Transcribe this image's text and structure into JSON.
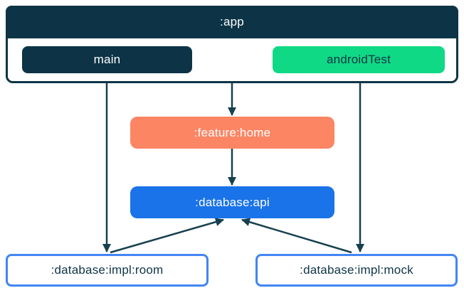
{
  "diagram": {
    "type": "module-dependency-graph",
    "colors": {
      "navy": "#0d3446",
      "edge": "#17404f",
      "green": "#10d985",
      "coral": "#fc8564",
      "blue": "#1a73e8",
      "impl_border_blue": "#4285f4",
      "background": "#ffffff"
    },
    "nodes": {
      "app": {
        "label": ":app"
      },
      "main": {
        "label": "main"
      },
      "android_test": {
        "label": "androidTest"
      },
      "feature_home": {
        "label": ":feature:home"
      },
      "database_api": {
        "label": ":database:api"
      },
      "database_impl_room": {
        "label": ":database:impl:room"
      },
      "database_impl_mock": {
        "label": ":database:impl:mock"
      }
    },
    "edges": [
      {
        "from": ":app",
        "to": ":feature:home"
      },
      {
        "from": ":feature:home",
        "to": ":database:api"
      },
      {
        "from": "main",
        "to": ":database:impl:room"
      },
      {
        "from": "androidTest",
        "to": ":database:impl:mock"
      },
      {
        "from": ":database:impl:room",
        "to": ":database:api"
      },
      {
        "from": ":database:impl:mock",
        "to": ":database:api"
      }
    ]
  }
}
